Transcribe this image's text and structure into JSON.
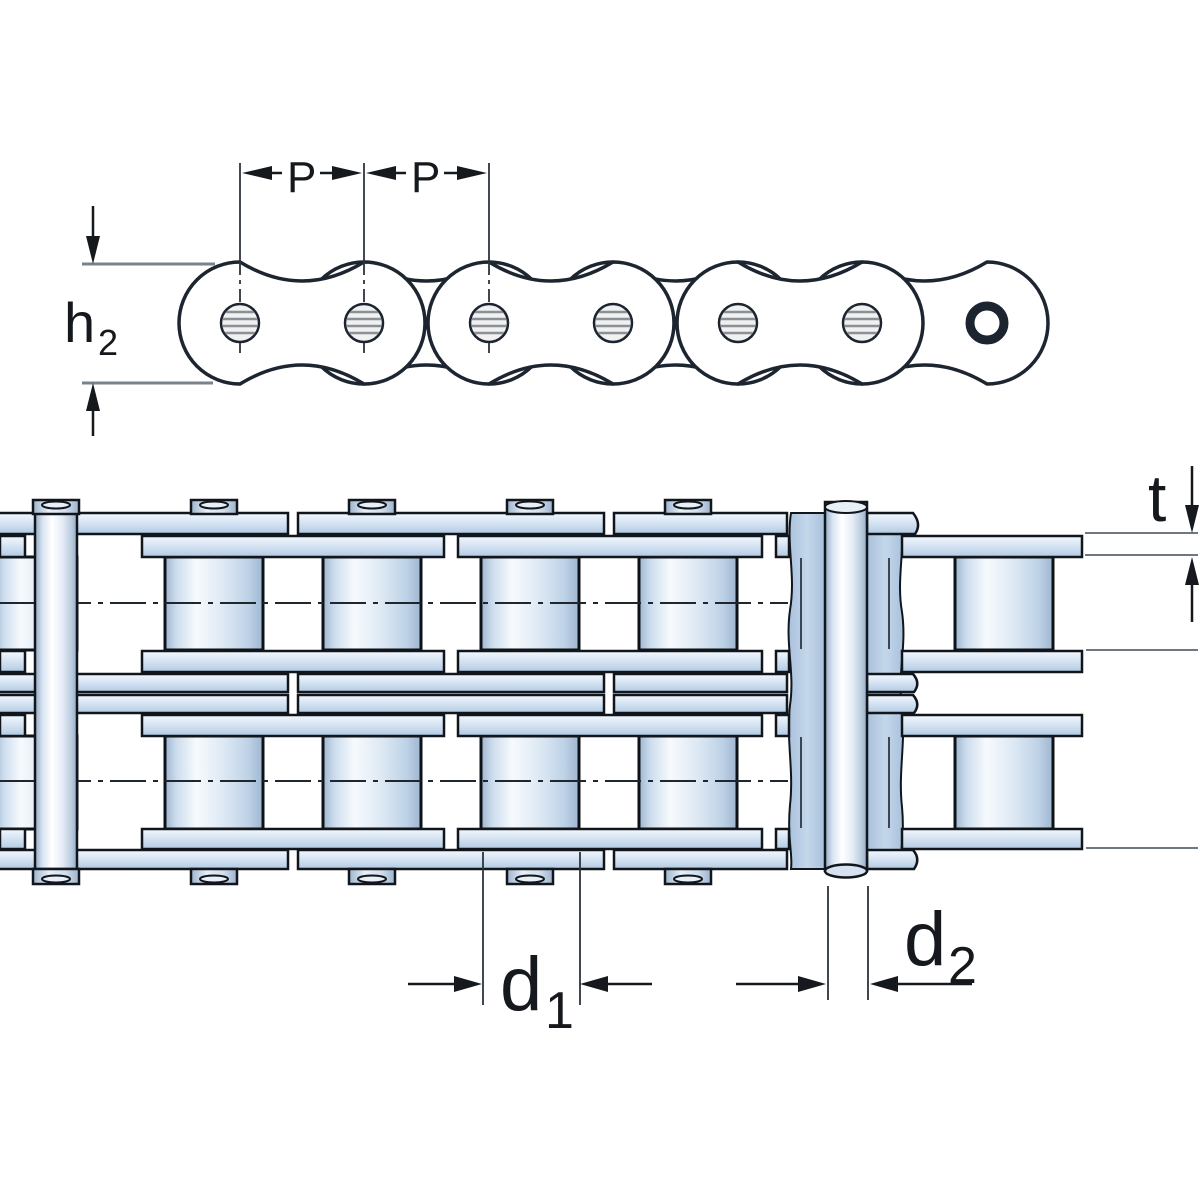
{
  "labels": {
    "pitch_left": "P",
    "pitch_right": "P",
    "height_main": "h",
    "height_sub": "2",
    "plate_thickness": "t",
    "roller_dia_main": "d",
    "roller_dia_sub": "1",
    "pin_dia_main": "d",
    "pin_dia_sub": "2"
  },
  "colors": {
    "background": "#ffffff",
    "outline": "#11161c",
    "label_text": "#15181c",
    "dimension_gray": "#7b838a",
    "plate_light": "#f2f7fc",
    "plate_mid": "#cfe0f1",
    "plate_dark": "#b5cbe3"
  }
}
